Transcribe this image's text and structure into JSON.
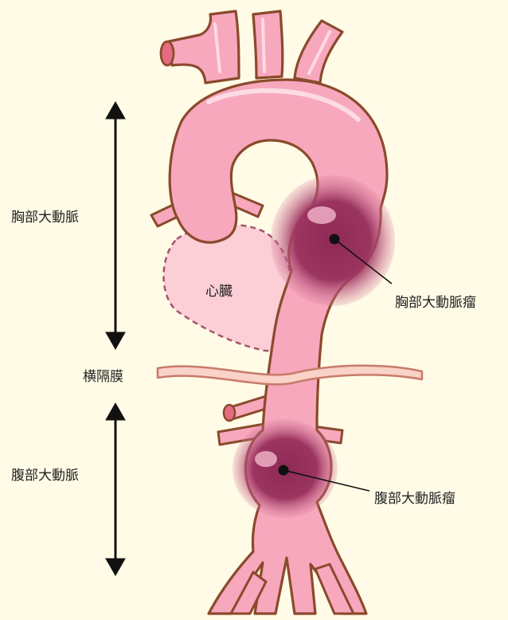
{
  "labels": {
    "thoracic_aorta": "胸部大動脈",
    "diaphragm": "横隔膜",
    "abdominal_aorta": "腹部大動脈",
    "heart": "心臓",
    "thoracic_aneurysm": "胸部大動脈瘤",
    "abdominal_aneurysm": "腹部大動脈瘤"
  },
  "colors": {
    "background": "#fffbe6",
    "aorta_fill": "#f7a8bd",
    "aorta_outline": "#8a4a2c",
    "aneurysm": "#8e2a55",
    "heart_fill": "#fbc6d2",
    "heart_outline": "#a2566d",
    "diaphragm": "#f9d2c8",
    "arrow": "#111111"
  }
}
